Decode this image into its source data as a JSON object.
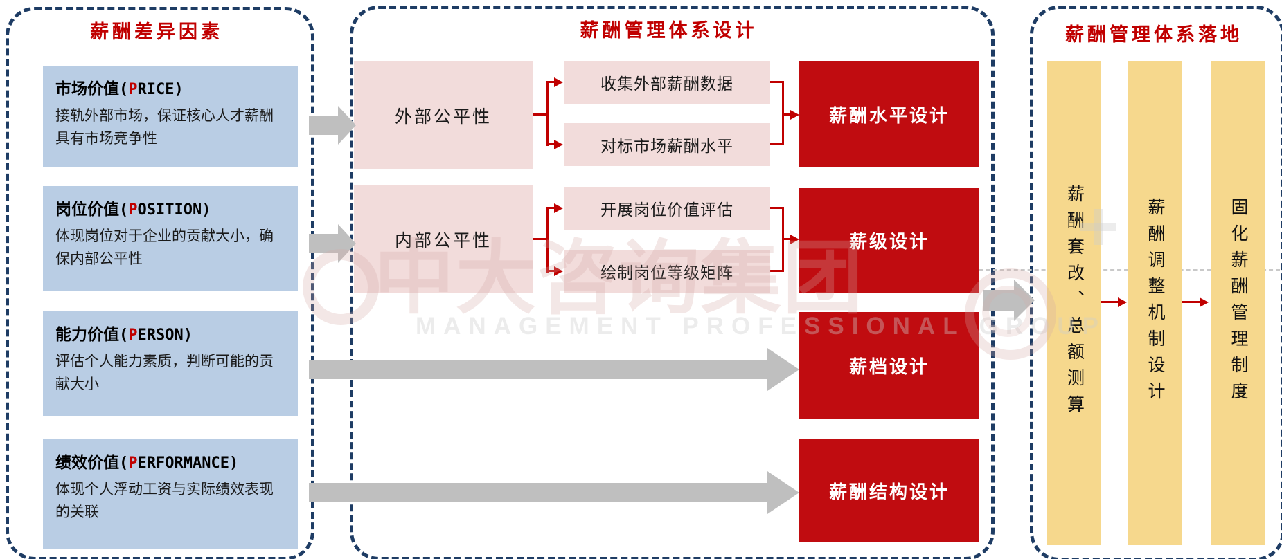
{
  "colors": {
    "accent_red": "#c00000",
    "box_red": "#c00c10",
    "navy_dash": "#1e3c64",
    "blue_box": "#b9cde4",
    "pink_box": "#f2dcdb",
    "tan_col": "#f6d88d",
    "gray_arrow": "#bfbfbf"
  },
  "left_panel": {
    "title": "薪酬差异因素",
    "boxes": [
      {
        "cn": "市场价值",
        "p_open": "(",
        "p": "P",
        "p_rest": "RICE)",
        "body": "接轨外部市场，保证核心人才薪酬具有市场竞争性"
      },
      {
        "cn": "岗位价值",
        "p_open": "(",
        "p": "P",
        "p_rest": "OSITION)",
        "body": "体现岗位对于企业的贡献大小，确保内部公平性"
      },
      {
        "cn": "能力价值",
        "p_open": "(",
        "p": "P",
        "p_rest": "ERSON)",
        "body": "评估个人能力素质，判断可能的贡献大小"
      },
      {
        "cn": "绩效价值",
        "p_open": "(",
        "p": "P",
        "p_rest": "ERFORMANCE)",
        "body": "体现个人浮动工资与实际绩效表现的关联"
      }
    ]
  },
  "mid_panel": {
    "title": "薪酬管理体系设计",
    "rows": [
      {
        "label": "外部公平性",
        "steps": [
          "收集外部薪酬数据",
          "对标市场薪酬水平"
        ],
        "result": "薪酬水平设计"
      },
      {
        "label": "内部公平性",
        "steps": [
          "开展岗位价值评估",
          "绘制岗位等级矩阵"
        ],
        "result": "薪级设计"
      }
    ],
    "direct": [
      "薪档设计",
      "薪酬结构设计"
    ]
  },
  "right_panel": {
    "title": "薪酬管理体系落地",
    "columns": [
      "薪酬套改、总额测算",
      "薪酬调整机制设计",
      "固化薪酬管理制度"
    ]
  },
  "watermark": {
    "cjk": "中大咨询集团",
    "latin": "MANAGEMENT PROFESSIONAL GROUP"
  }
}
